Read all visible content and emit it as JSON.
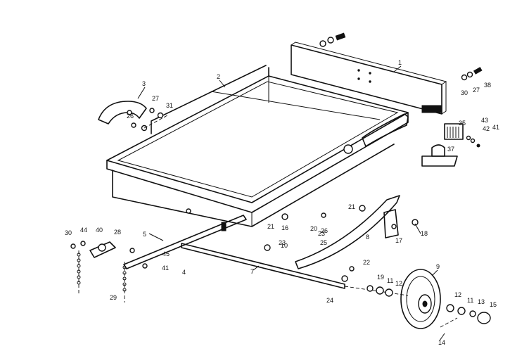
{
  "diagram": {
    "callouts": [
      {
        "id": "c1",
        "text": "1"
      },
      {
        "id": "c2",
        "text": "2"
      },
      {
        "id": "c3",
        "text": "3"
      },
      {
        "id": "c4",
        "text": "4"
      },
      {
        "id": "c5",
        "text": "5"
      },
      {
        "id": "c7",
        "text": "7"
      },
      {
        "id": "c8",
        "text": "8"
      },
      {
        "id": "c9",
        "text": "9"
      },
      {
        "id": "c10",
        "text": "10"
      },
      {
        "id": "c11a",
        "text": "11"
      },
      {
        "id": "c11b",
        "text": "11"
      },
      {
        "id": "c12a",
        "text": "12"
      },
      {
        "id": "c12b",
        "text": "12"
      },
      {
        "id": "c13",
        "text": "13"
      },
      {
        "id": "c14",
        "text": "14"
      },
      {
        "id": "c15",
        "text": "15"
      },
      {
        "id": "c16",
        "text": "16"
      },
      {
        "id": "c17",
        "text": "17"
      },
      {
        "id": "c18",
        "text": "18"
      },
      {
        "id": "c19",
        "text": "19"
      },
      {
        "id": "c20",
        "text": "20"
      },
      {
        "id": "c21a",
        "text": "21"
      },
      {
        "id": "c21b",
        "text": "21"
      },
      {
        "id": "c22",
        "text": "22"
      },
      {
        "id": "c23a",
        "text": "23"
      },
      {
        "id": "c23b",
        "text": "23"
      },
      {
        "id": "c24",
        "text": "24"
      },
      {
        "id": "c25",
        "text": "25"
      },
      {
        "id": "c26a",
        "text": "26"
      },
      {
        "id": "c26b",
        "text": "26"
      },
      {
        "id": "c27a",
        "text": "27"
      },
      {
        "id": "c27b",
        "text": "27"
      },
      {
        "id": "c28",
        "text": "28"
      },
      {
        "id": "c29",
        "text": "29"
      },
      {
        "id": "c30a",
        "text": "30"
      },
      {
        "id": "c30b",
        "text": "30"
      },
      {
        "id": "c31",
        "text": "31"
      },
      {
        "id": "c35",
        "text": "35"
      },
      {
        "id": "c37",
        "text": "37"
      },
      {
        "id": "c38",
        "text": "38"
      },
      {
        "id": "c40",
        "text": "40"
      },
      {
        "id": "c41a",
        "text": "41"
      },
      {
        "id": "c41b",
        "text": "41"
      },
      {
        "id": "c42",
        "text": "42"
      },
      {
        "id": "c43",
        "text": "43"
      },
      {
        "id": "c44",
        "text": "44"
      },
      {
        "id": "c45",
        "text": "45"
      }
    ]
  }
}
